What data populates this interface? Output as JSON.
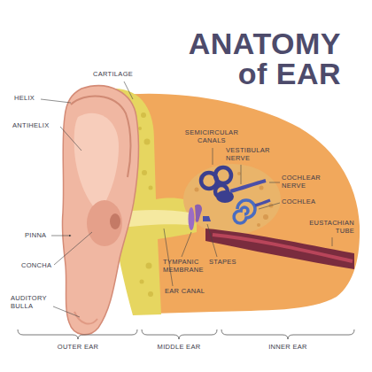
{
  "diagram": {
    "title": "ANATOMY of EAR",
    "labels": [
      "HELIX",
      "CARTILAGE",
      "ANTIHELIX",
      "SEMICIRCULAR CANALS",
      "VESTIBULAR NERVE",
      "COCHLEAR NERVE",
      "COCHLEA",
      "PINNA",
      "CONCHA",
      "AUDITORY BULLA",
      "TYMPANIC MEMBRANE",
      "STAPES",
      "EUSTACHIAN TUBE",
      "EAR CANAL",
      "OUTER EAR",
      "MIDDLE EAR",
      "INNER EAR"
    ]
  }
}
